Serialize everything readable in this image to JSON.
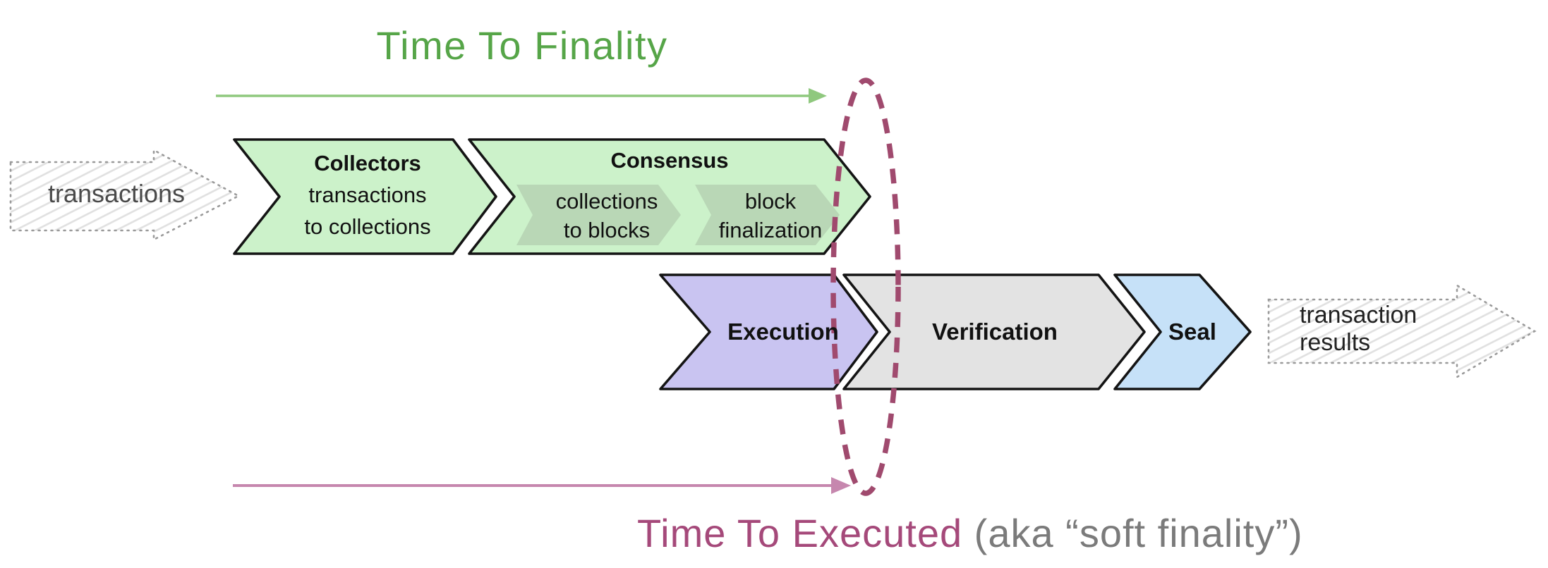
{
  "diagram": {
    "title_top": "Time To Finality",
    "title_bottom": {
      "main": "Time To Executed",
      "suffix": " (aka “soft finality”)"
    },
    "input_arrow": {
      "label": "transactions"
    },
    "output_arrow": {
      "label_line1": "transaction",
      "label_line2": "results"
    },
    "stages": [
      {
        "title": "Collectors",
        "line1": "transactions",
        "line2": "to collections",
        "fill": "#ccf2ca"
      },
      {
        "title": "Consensus",
        "fill": "#ccf2ca",
        "substages": [
          {
            "line1": "collections",
            "line2": "to blocks",
            "fill": "#b9d7b6"
          },
          {
            "line1": "block",
            "line2": "finalization",
            "fill": "#b9d7b6"
          }
        ]
      },
      {
        "title": "Execution",
        "fill": "#c9c4f1"
      },
      {
        "title": "Verification",
        "fill": "#e3e3e3"
      },
      {
        "title": "Seal",
        "fill": "#c6e1f8"
      }
    ],
    "colors": {
      "finality_green": "#56a548",
      "finality_arrow_green": "#8fc87e",
      "executed_pink": "#a5497a",
      "executed_arrow_pink": "#c687ae",
      "ellipse_maroon": "#a04a6e",
      "suffix_gray": "#7b7b7b",
      "outline_black": "#141414"
    }
  }
}
